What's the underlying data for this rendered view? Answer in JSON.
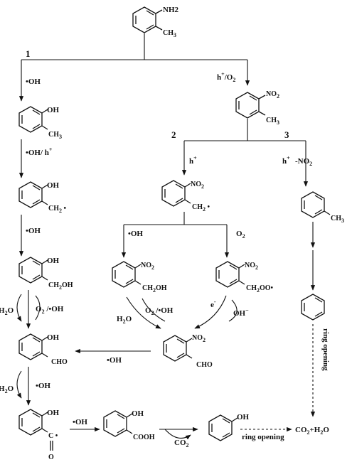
{
  "diagram": {
    "pathways": [
      "1",
      "2",
      "3"
    ],
    "molecules": {
      "toluidine": {
        "group": "NH2"
      },
      "nitrotoluene": {
        "group": "NO2",
        "methyl": "CH3"
      },
      "cresol": {
        "oh": "OH",
        "methyl": "CH3"
      },
      "hydroxybenzyl_radical": {
        "oh": "OH",
        "radical": "CH2•"
      },
      "hydroxybenzyl_alcohol": {
        "oh": "OH",
        "sub": "CH2OH"
      },
      "salicylaldehyde": {
        "oh": "OH",
        "sub": "CHO"
      },
      "acyl_radical": {
        "oh": "OH",
        "carbon": "C",
        "dot": "•",
        "oxygen": "O"
      },
      "salicylic_acid": {
        "oh": "OH",
        "sub": "COOH"
      },
      "phenol": {
        "oh": "OH"
      },
      "nitrobenzyl_radical": {
        "no2": "NO2",
        "radical": "CH2•"
      },
      "nitrobenzyl_alcohol": {
        "no2": "NO2",
        "sub": "CH2OH"
      },
      "nitrobenzyl_peroxyl": {
        "no2": "NO2",
        "sub": "CH2OO•"
      },
      "nitrobenzaldehyde": {
        "no2": "NO2",
        "sub": "CHO"
      },
      "toluene": {
        "methyl": "CH3"
      }
    },
    "reagents": {
      "oh_radical": "•OH",
      "oh_h_plus": "•OH/ h+",
      "h_plus_o2": "h+/O2",
      "h_plus": "h+",
      "minus_no2": "-NO2",
      "o2": "O2",
      "h2o": "H2O",
      "o2_oh": "O2 /•OH",
      "electron": "e-",
      "hydroxide": "OH−",
      "co2": "CO2",
      "products": "CO2+H2O",
      "ring_opening": "ring opening"
    }
  }
}
